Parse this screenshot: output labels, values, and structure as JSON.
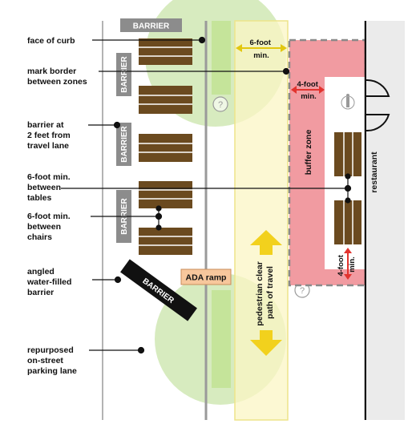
{
  "labels": {
    "face_of_curb": [
      "face of curb"
    ],
    "mark_border": [
      "mark border",
      "between zones"
    ],
    "barrier_2ft": [
      "barrier at",
      "2 feet from",
      "travel lane"
    ],
    "six_ft_tables": [
      "6-foot min.",
      "between",
      "tables"
    ],
    "six_ft_chairs": [
      "6-foot min.",
      "between",
      "chairs"
    ],
    "angled_barrier": [
      "angled",
      "water-filled",
      "barrier"
    ],
    "repurposed_lane": [
      "repurposed",
      "on-street",
      "parking lane"
    ]
  },
  "barrier_text": "BARRIER",
  "six_foot_min": [
    "6-foot",
    "min."
  ],
  "four_foot_min": [
    "4-foot",
    "min."
  ],
  "four_foot_min_lower": [
    "4-foot",
    "min."
  ],
  "buffer_zone": "buffer zone",
  "restaurant": "restaurant",
  "ada_ramp": "ADA ramp",
  "pedestrian_path": [
    "pedestrian clear",
    "path of travel"
  ],
  "help_glyph": "?",
  "colors": {
    "barrier_gray": "#8c8c8c",
    "barrier_black": "#111111",
    "table_brown": "#6b4a1f",
    "tree_green": "#d7ebbf",
    "planter_green": "#c5e49a",
    "ped_yellow": "#fbf6c4",
    "arrow_yellow": "#f2d11d",
    "buffer_pink": "#f19ba1",
    "red_arrow": "#e2342f",
    "ada_orange": "#f7c79c",
    "curb_gray": "#9a9a9a"
  }
}
